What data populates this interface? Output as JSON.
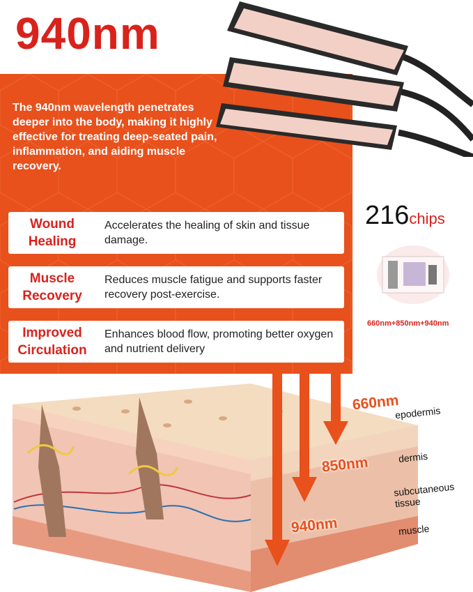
{
  "title": "940nm",
  "description": "The 940nm wavelength penetrates deeper into the body, making it highly effective for treating deep-seated pain, inflammation, and aiding muscle recovery.",
  "benefits": [
    {
      "label_line1": "Wound",
      "label_line2": "Healing",
      "text": "Accelerates the healing of skin and tissue damage."
    },
    {
      "label_line1": "Muscle",
      "label_line2": "Recovery",
      "text": "Reduces muscle fatigue and supports faster recovery post-exercise."
    },
    {
      "label_line1": "Improved",
      "label_line2": "Circulation",
      "text": "Enhances blood flow, promoting better oxygen and nutrient delivery"
    }
  ],
  "chips": {
    "count": "216",
    "unit": "chips",
    "wavelengths": "660nm+850nm+940nm"
  },
  "wavelength_labels": {
    "w660": "660nm",
    "w850": "850nm",
    "w940": "940nm"
  },
  "skin_layers": {
    "epidermis": "epodermis",
    "dermis": "dermis",
    "subcutaneous_line1": "subcutaneous",
    "subcutaneous_line2": "tissue",
    "muscle": "muscle"
  },
  "colors": {
    "accent": "#e8501c",
    "title_red": "#d9221c"
  }
}
